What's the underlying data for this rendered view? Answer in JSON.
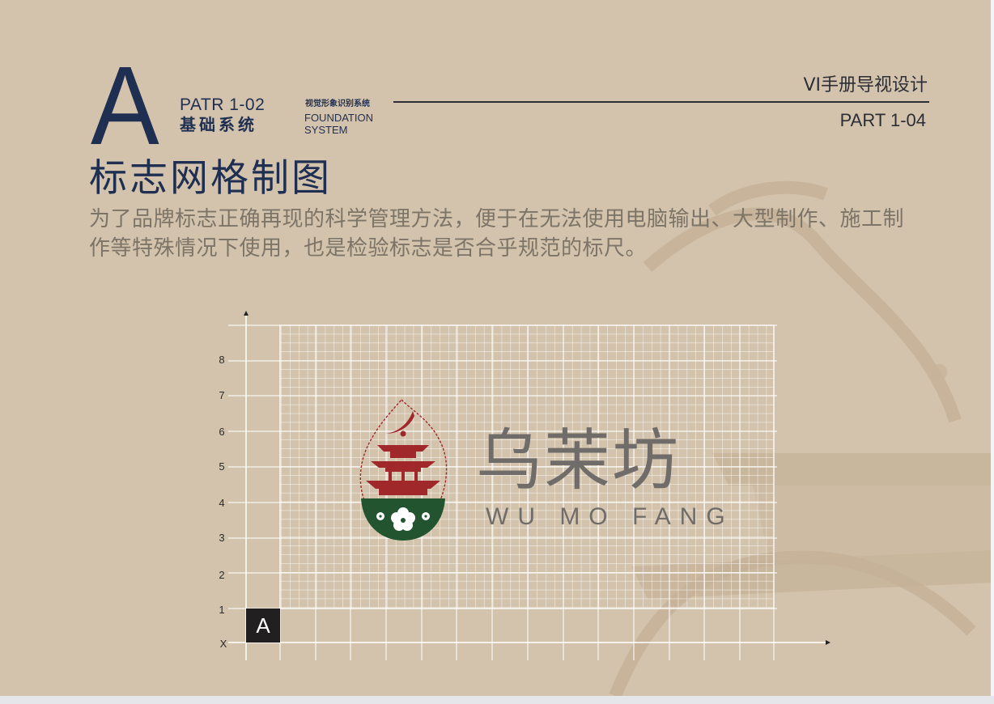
{
  "header": {
    "letter": "A",
    "part_code": "PATR 1-02",
    "section_cn": "基础系统",
    "system_cn": "视觉形象识别系统",
    "system_en_line1": "FOUNDATION",
    "system_en_line2": "SYSTEM",
    "manual_title": "VI手册导视设计",
    "part_right": "PART 1-04"
  },
  "page": {
    "title": "标志网格制图",
    "description": "为了品牌标志正确再现的科学管理方法，便于在无法使用电脑输出、大型制作、施工制作等特殊情况下使用，也是检验标志是否合乎规范的标尺。"
  },
  "grid": {
    "y_labels": [
      "8",
      "7",
      "6",
      "5",
      "4",
      "3",
      "2",
      "1",
      "X"
    ],
    "unit_label": "A"
  },
  "logo": {
    "name_cn": "乌茉坊",
    "name_en": "WU MO FANG"
  },
  "colors": {
    "background": "#d3c3ac",
    "navy": "#1f2f52",
    "logo_red": "#a0282a",
    "logo_green": "#235430",
    "brand_gray": "#6f6c69"
  }
}
